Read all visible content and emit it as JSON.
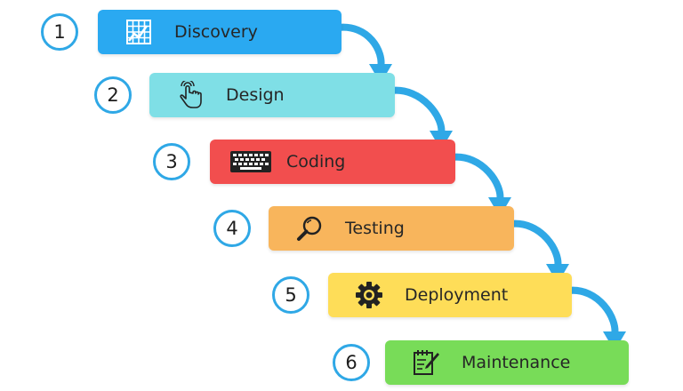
{
  "steps": [
    {
      "number": "1",
      "label": "Discovery",
      "icon": "chart-grid-icon",
      "color": "#2aa9f1"
    },
    {
      "number": "2",
      "label": "Design",
      "icon": "tap-hand-icon",
      "color": "#7fdfe6"
    },
    {
      "number": "3",
      "label": "Coding",
      "icon": "keyboard-icon",
      "color": "#f24e4e"
    },
    {
      "number": "4",
      "label": "Testing",
      "icon": "magnifier-icon",
      "color": "#f8b55c"
    },
    {
      "number": "5",
      "label": "Deployment",
      "icon": "gear-icon",
      "color": "#fedd58"
    },
    {
      "number": "6",
      "label": "Maintenance",
      "icon": "checklist-icon",
      "color": "#78dc58"
    }
  ],
  "arrow_color": "#2fa8e6",
  "badge_color": "#2fa8e6"
}
